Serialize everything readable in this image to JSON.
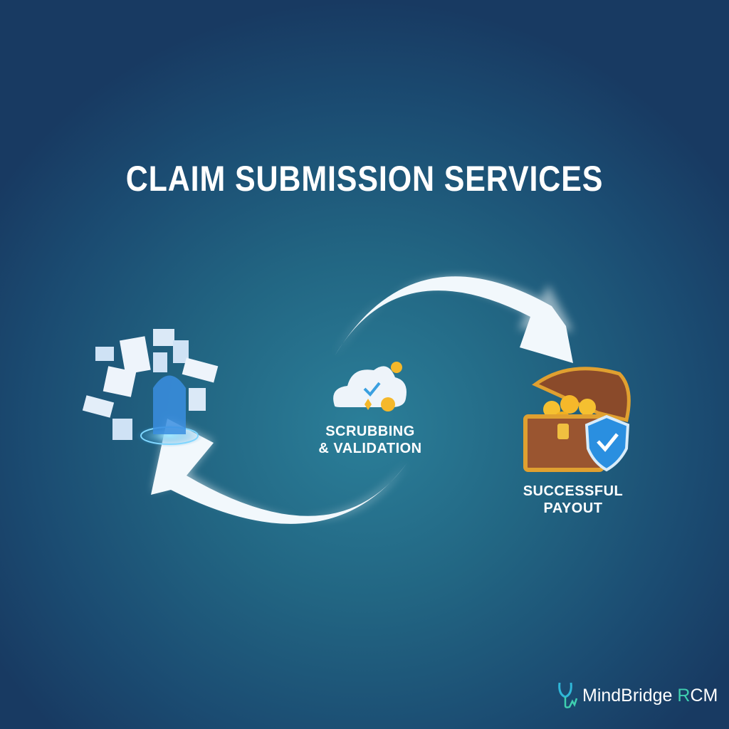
{
  "title": "CLAIM SUBMISSION SERVICES",
  "steps": [
    {
      "label_line1": "SCRUBBING",
      "label_line2": "& VALIDATION",
      "icon": "cloud-check-icon"
    },
    {
      "label_line1": "SUCCESSFUL",
      "label_line2": "PAYOUT",
      "icon": "treasure-chest-icon"
    }
  ],
  "logo": {
    "name": "MindBridge",
    "suffix_accent": "R",
    "suffix": "CM"
  },
  "colors": {
    "accent": "#3fd0b0",
    "coin": "#f5b82a",
    "shield": "#2a8fe0"
  }
}
